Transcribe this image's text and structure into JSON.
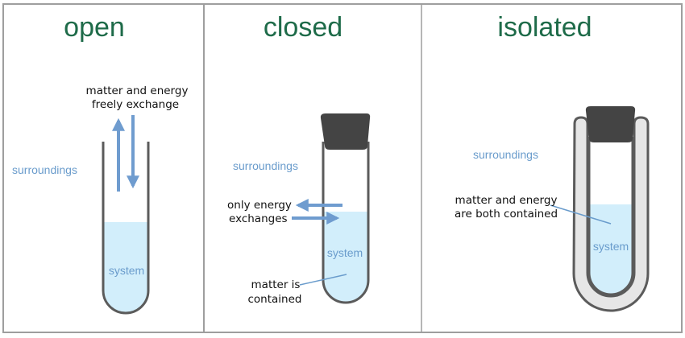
{
  "colors": {
    "title": "#1e6b49",
    "label_blue": "#6a9ccc",
    "arrow": "#6f9ccf",
    "liquid": "#d2eefb",
    "tube_outline": "#5b5b5b",
    "stopper": "#444444",
    "insulation": "#e6e6e6",
    "frame": "#9e9e9e"
  },
  "panels": {
    "open": {
      "title": "open",
      "surroundings": "surroundings",
      "system": "system",
      "note_line1": "matter and energy",
      "note_line2": "freely exchange"
    },
    "closed": {
      "title": "closed",
      "surroundings": "surroundings",
      "system": "system",
      "energy_line1": "only energy",
      "energy_line2": "exchanges",
      "matter_line1": "matter is",
      "matter_line2": "contained"
    },
    "isolated": {
      "title": "isolated",
      "surroundings": "surroundings",
      "system": "system",
      "note_line1": "matter and energy",
      "note_line2": "are both contained"
    }
  }
}
